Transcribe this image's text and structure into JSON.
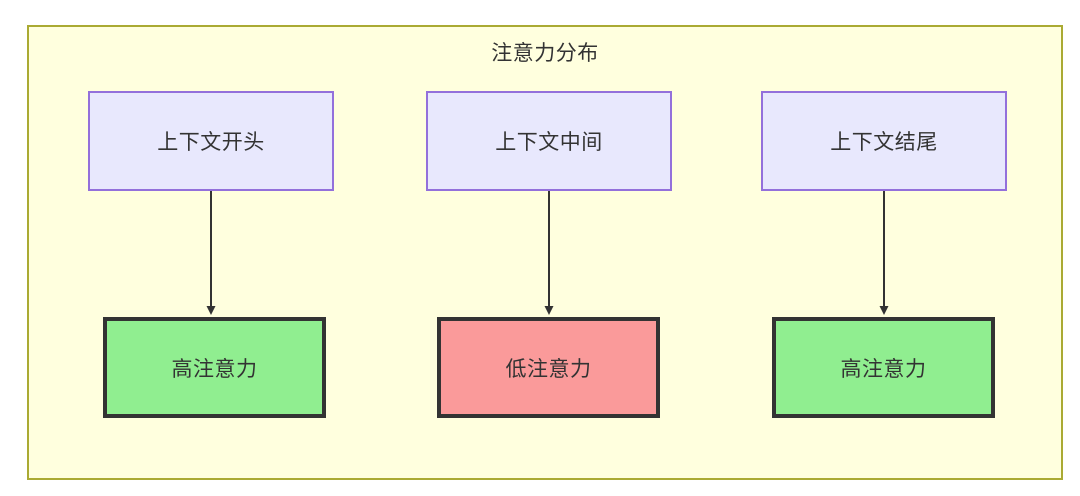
{
  "diagram": {
    "title": "注意力分布",
    "type": "flowchart",
    "direction": "top-down",
    "colors": {
      "container_fill": "#ffffde",
      "container_border": "#aaaa33",
      "top_node_fill": "#e8e8fd",
      "top_node_border": "#9370db",
      "high_attention_fill": "#90ee90",
      "low_attention_fill": "#fa9a9a",
      "node_border": "#333333",
      "text": "#333333",
      "edge": "#333333"
    },
    "columns": [
      {
        "source": {
          "label": "上下文开头"
        },
        "target": {
          "label": "高注意力",
          "state": "high"
        }
      },
      {
        "source": {
          "label": "上下文中间"
        },
        "target": {
          "label": "低注意力",
          "state": "low"
        }
      },
      {
        "source": {
          "label": "上下文结尾"
        },
        "target": {
          "label": "高注意力",
          "state": "high"
        }
      }
    ]
  }
}
